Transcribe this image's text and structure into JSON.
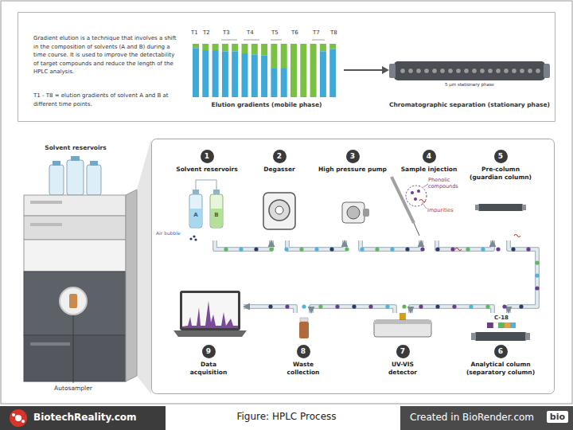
{
  "diagram": {
    "caption": "Figure: HPLC Process",
    "nodes": [
      {
        "text": [
          "Gradient elution is a technique that involves a shift in the composition of solvents (A and B) during a time course. It is used to improve the detectability of target compounds and reduce the length of the HPLC analysis.",
          "T1 - T8 = elution gradients of solvent A and B at different time points."
        ]
      },
      {
        "text": [
          "1",
          "Solvent reservoirs"
        ]
      },
      {
        "text": [
          "2",
          "Degasser"
        ]
      },
      {
        "text": [
          "3",
          "High pressure pump"
        ]
      },
      {
        "text": [
          "4",
          "Sample injection"
        ]
      },
      {
        "text": [
          "5",
          "Pre-column (guardian column)"
        ]
      },
      {
        "text": [
          "6",
          "Analytical column (separatory column)"
        ]
      },
      {
        "text": [
          "7",
          "UV-VIS detector"
        ]
      },
      {
        "text": [
          "8",
          "Waste collection"
        ]
      },
      {
        "text": [
          "9",
          "Data acquisition"
        ]
      },
      {
        "text": [
          "BiotechReality.com"
        ]
      },
      {
        "text": [
          "Created in BioRender.com",
          "bio"
        ]
      }
    ],
    "edges": [
      {
        "from": 1,
        "to": 2,
        "arrow": "to"
      },
      {
        "from": 2,
        "to": 3,
        "arrow": "to"
      },
      {
        "from": 3,
        "to": 4,
        "arrow": "to"
      },
      {
        "from": 4,
        "to": 5,
        "arrow": "to"
      },
      {
        "from": 5,
        "to": 6,
        "arrow": "to"
      },
      {
        "from": 6,
        "to": 7,
        "arrow": "to"
      },
      {
        "from": 7,
        "to": 8,
        "arrow": "to"
      },
      {
        "from": 8,
        "to": 9,
        "arrow": "to"
      }
    ],
    "labels": [
      "T1",
      "T2",
      "T3",
      "T4",
      "T5",
      "T6",
      "T7",
      "T8",
      "Elution gradients (mobile phase)",
      "5 µm stationary phase",
      "Chromatographic separation (stationary phase)",
      "Solvent reservoirs",
      "Autosampler",
      "A",
      "B",
      "Air bubble",
      "Phenolic compounds",
      "Impurities",
      "C-18"
    ]
  }
}
